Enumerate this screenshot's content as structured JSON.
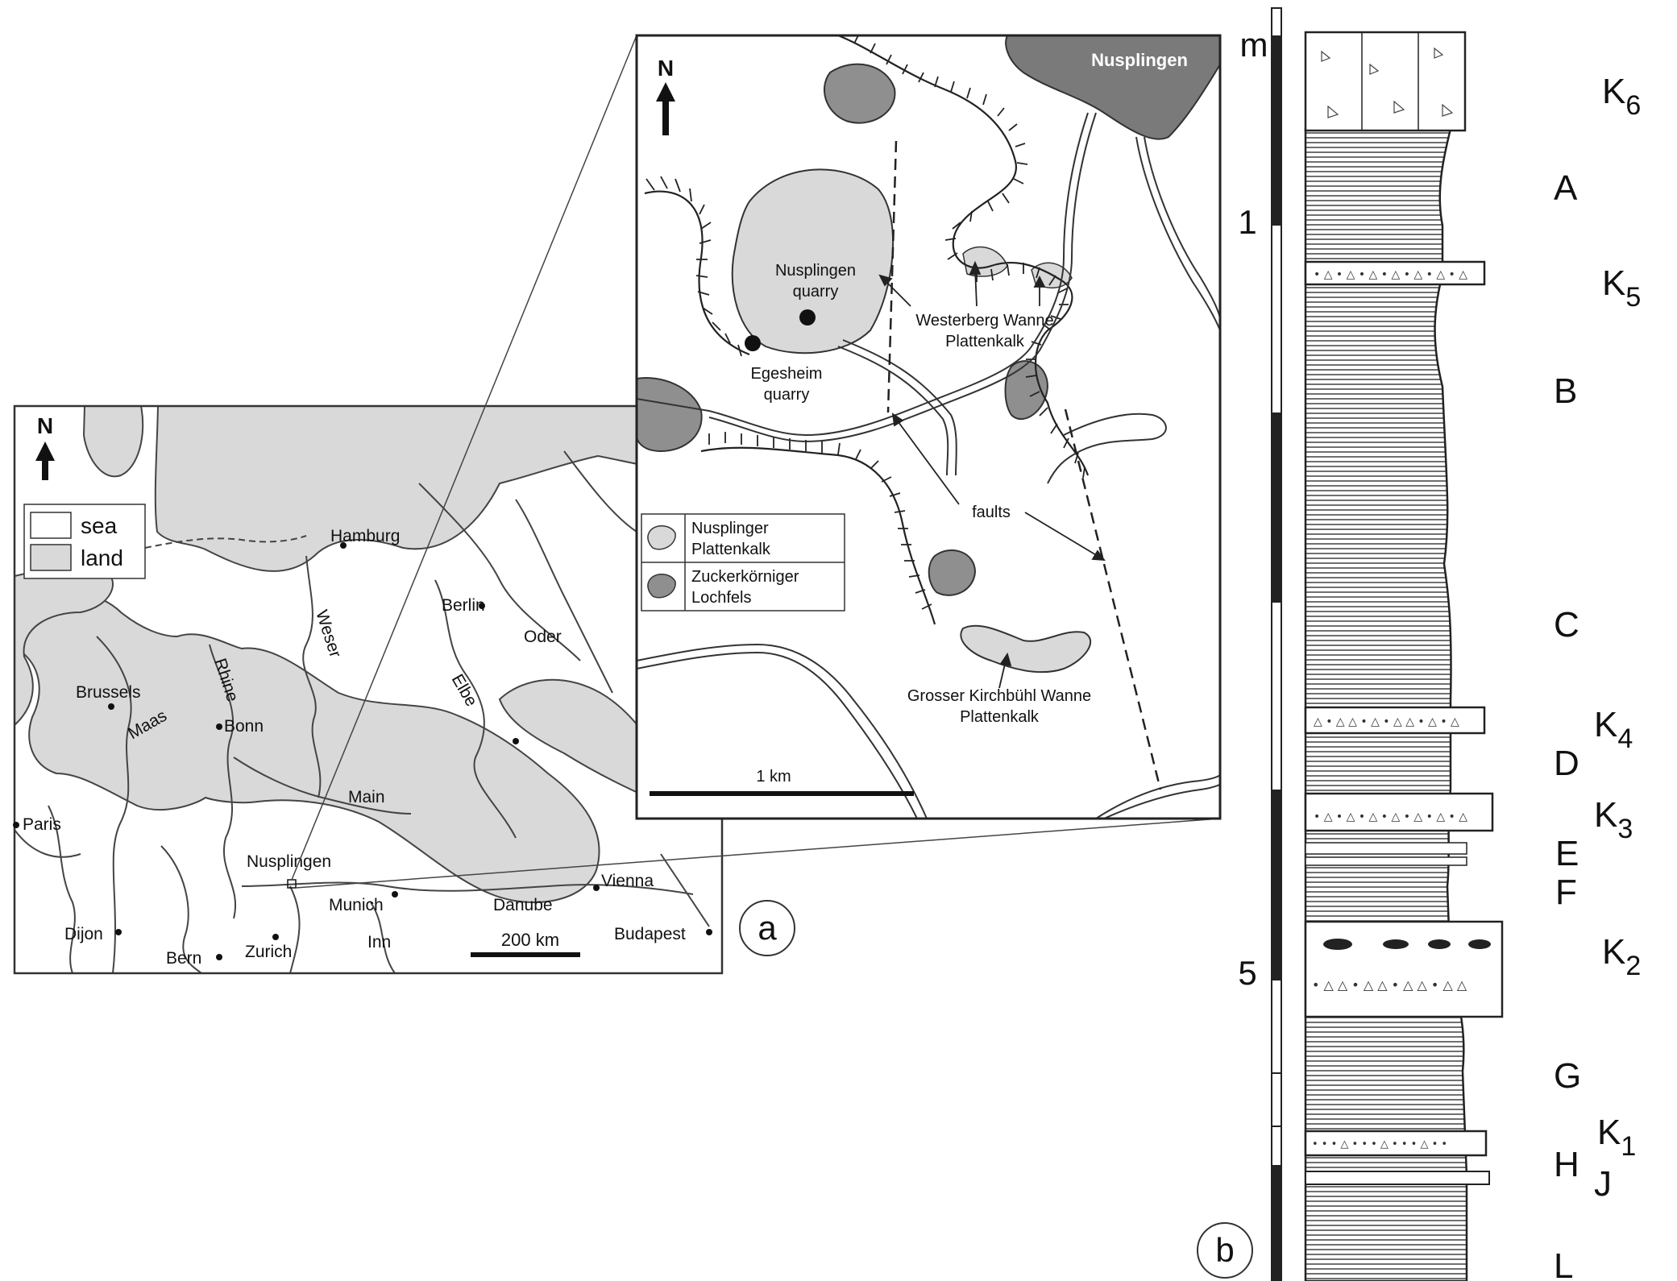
{
  "overview_map": {
    "north": "N",
    "legend": {
      "sea": "sea",
      "land": "land"
    },
    "cities": [
      "Hamburg",
      "Berlin",
      "Brussels",
      "Bonn",
      "Paris",
      "Nusplingen",
      "Munich",
      "Vienna",
      "Dijon",
      "Bern",
      "Zurich",
      "Budapest"
    ],
    "rivers": [
      "Weser",
      "Oder",
      "Rhine",
      "Elbe",
      "Maas",
      "Main",
      "Danube",
      "Inn"
    ],
    "scale": "200 km",
    "panel_label": "a"
  },
  "detail_map": {
    "north": "N",
    "town": "Nusplingen",
    "nusplingen_quarry": [
      "Nusplingen",
      "quarry"
    ],
    "egesheim_quarry": [
      "Egesheim",
      "quarry"
    ],
    "westerberg": [
      "Westerberg Wanne",
      "Plattenkalk"
    ],
    "faults": "faults",
    "grosser": [
      "Grosser Kirchbühl Wanne",
      "Plattenkalk"
    ],
    "legend": {
      "plattenkalk": [
        "Nusplinger",
        "Plattenkalk"
      ],
      "lochfels": [
        "Zuckerkörniger",
        "Lochfels"
      ]
    },
    "scale": "1 km",
    "colors": {
      "light_grey": "#d9d9d9",
      "dark_grey": "#8f8f8f",
      "town": "#7a7a7a"
    }
  },
  "section": {
    "unit": "m",
    "ticks": [
      "1",
      "5"
    ],
    "panel_label": "b",
    "layers": [
      {
        "letter": "K",
        "sub": "6"
      },
      {
        "letter": "A",
        "sub": ""
      },
      {
        "letter": "K",
        "sub": "5"
      },
      {
        "letter": "B",
        "sub": ""
      },
      {
        "letter": "C",
        "sub": ""
      },
      {
        "letter": "K",
        "sub": "4"
      },
      {
        "letter": "D",
        "sub": ""
      },
      {
        "letter": "K",
        "sub": "3"
      },
      {
        "letter": "E",
        "sub": ""
      },
      {
        "letter": "F",
        "sub": ""
      },
      {
        "letter": "K",
        "sub": "2"
      },
      {
        "letter": "G",
        "sub": ""
      },
      {
        "letter": "K",
        "sub": "1"
      },
      {
        "letter": "H",
        "sub": ""
      },
      {
        "letter": "J",
        "sub": ""
      },
      {
        "letter": "L",
        "sub": ""
      }
    ]
  }
}
